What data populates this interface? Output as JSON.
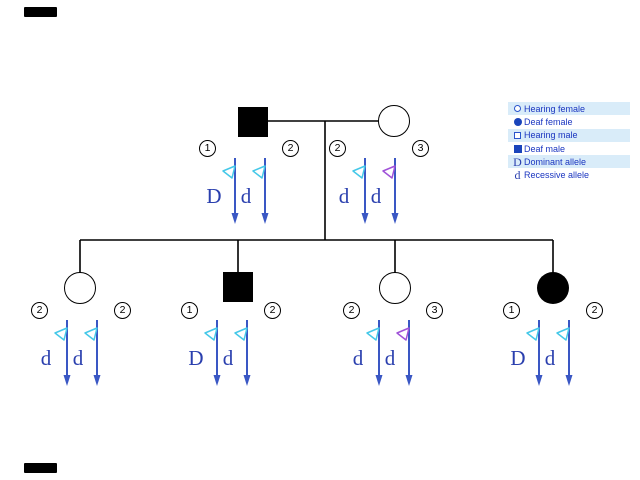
{
  "colors": {
    "chromosome_line": "#3a57c4",
    "flag_cyan": "#45c8e8",
    "flag_purple": "#a052d8",
    "allele_text": "#2a3fae",
    "legend_text": "#1a35c0",
    "legend_row_bg": "#d9ecf9",
    "symbol_black": "#000000"
  },
  "legend": {
    "items": [
      {
        "symbol": "hearing-female",
        "label": "Hearing female"
      },
      {
        "symbol": "deaf-female",
        "label": "Deaf female"
      },
      {
        "symbol": "hearing-male",
        "label": "Hearing male"
      },
      {
        "symbol": "deaf-male",
        "label": "Deaf male"
      },
      {
        "symbol": "dominant-allele",
        "label": "Dominant allele",
        "glyph": "D"
      },
      {
        "symbol": "recessive-allele",
        "label": "Recessive allele",
        "glyph": "d"
      }
    ]
  },
  "individuals": {
    "father": {
      "type": "deaf-male",
      "chromosomes": [
        {
          "num": "1",
          "allele": "D"
        },
        {
          "num": "2",
          "allele": "d"
        }
      ]
    },
    "mother": {
      "type": "hearing-female",
      "chromosomes": [
        {
          "num": "2",
          "allele": "d"
        },
        {
          "num": "3",
          "allele": "d"
        }
      ]
    },
    "child1": {
      "type": "hearing-female",
      "chromosomes": [
        {
          "num": "2",
          "allele": "d"
        },
        {
          "num": "2",
          "allele": "d"
        }
      ]
    },
    "child2": {
      "type": "deaf-male",
      "chromosomes": [
        {
          "num": "1",
          "allele": "D"
        },
        {
          "num": "2",
          "allele": "d"
        }
      ]
    },
    "child3": {
      "type": "hearing-female",
      "chromosomes": [
        {
          "num": "2",
          "allele": "d"
        },
        {
          "num": "3",
          "allele": "d"
        }
      ]
    },
    "child4": {
      "type": "deaf-female",
      "chromosomes": [
        {
          "num": "1",
          "allele": "D"
        },
        {
          "num": "2",
          "allele": "d"
        }
      ]
    }
  }
}
